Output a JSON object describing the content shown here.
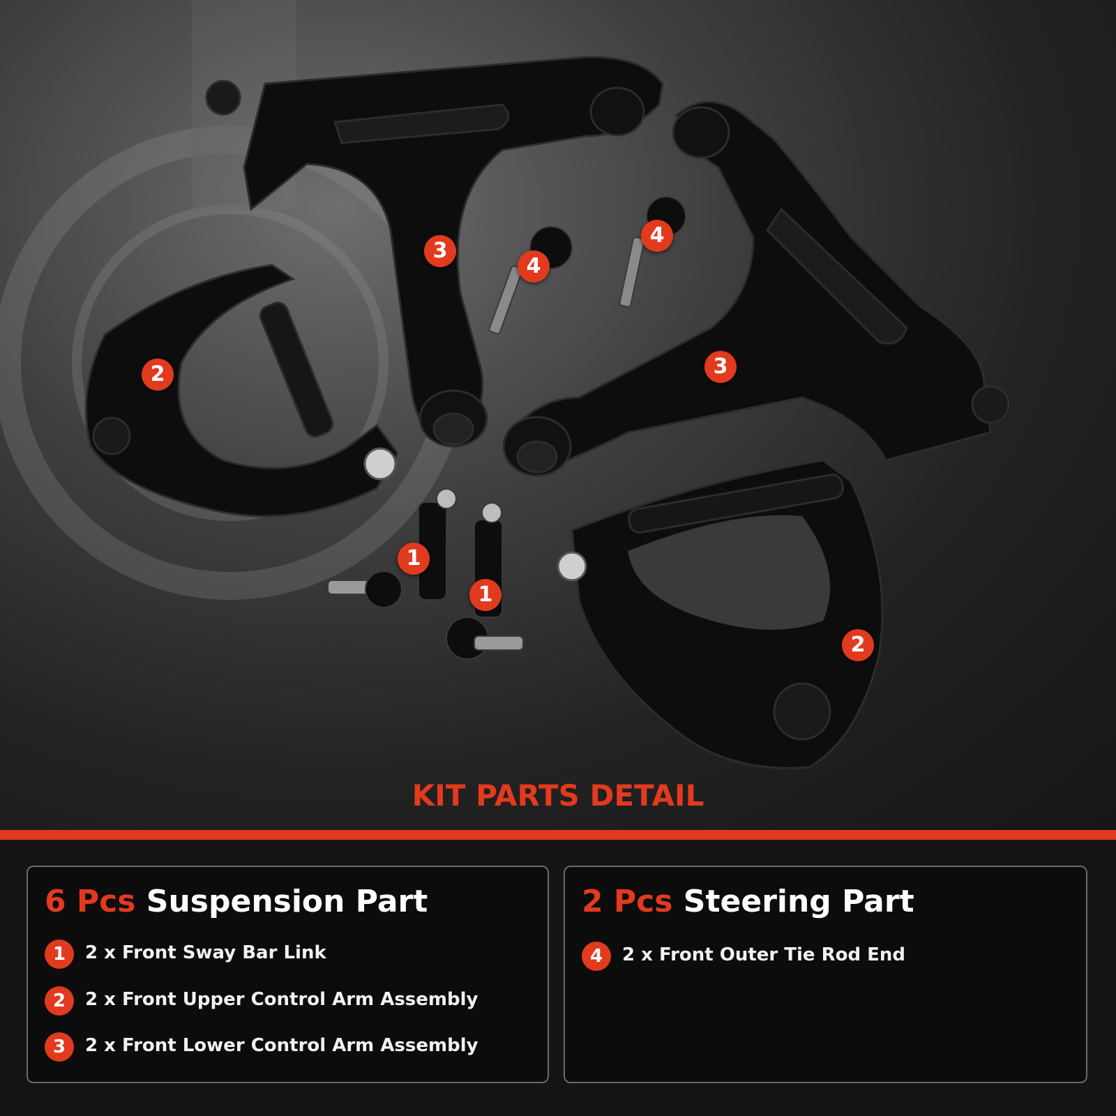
{
  "colors": {
    "accent": "#e23a1e",
    "background": "#141414",
    "panel_border": "#6a6a6a"
  },
  "photo": {
    "callouts": [
      "1",
      "1",
      "2",
      "2",
      "3",
      "3",
      "4",
      "4"
    ]
  },
  "heading": "KIT PARTS DETAIL",
  "suspension": {
    "qty": "6 Pcs",
    "name": "Suspension Part",
    "items": [
      {
        "num": "1",
        "text": "2 x Front Sway Bar Link"
      },
      {
        "num": "2",
        "text": "2 x Front Upper Control Arm Assembly"
      },
      {
        "num": "3",
        "text": "2 x Front Lower Control Arm Assembly"
      }
    ]
  },
  "steering": {
    "qty": "2 Pcs",
    "name": "Steering Part",
    "items": [
      {
        "num": "4",
        "text": "2 x Front Outer Tie Rod End"
      }
    ]
  }
}
